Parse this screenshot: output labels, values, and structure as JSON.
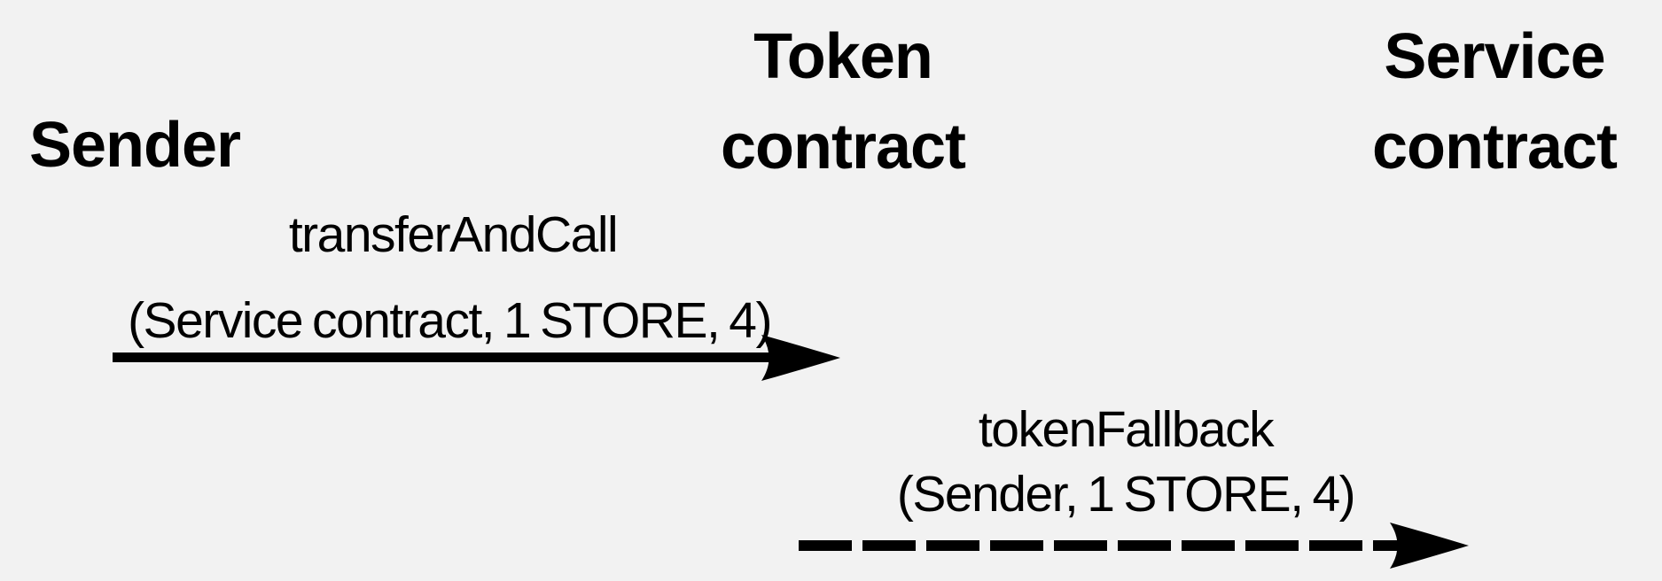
{
  "diagram": {
    "type": "sequence",
    "colors": {
      "background": "#f2f2f2",
      "ink": "#000000"
    },
    "participants": [
      {
        "id": "sender",
        "lines": [
          "Sender"
        ]
      },
      {
        "id": "token-contract",
        "lines": [
          "Token",
          "contract"
        ]
      },
      {
        "id": "service-contract",
        "lines": [
          "Service",
          "contract"
        ]
      }
    ],
    "messages": [
      {
        "id": "transfer-and-call",
        "from": "Sender",
        "to": "Token contract",
        "method": "transferAndCall",
        "arguments": "(Service contract, 1 STORE, 4)",
        "line_style": "solid"
      },
      {
        "id": "token-fallback",
        "from": "Token contract",
        "to": "Service contract",
        "method": "tokenFallback",
        "arguments": "(Sender, 1 STORE, 4)",
        "line_style": "dashed"
      }
    ]
  }
}
